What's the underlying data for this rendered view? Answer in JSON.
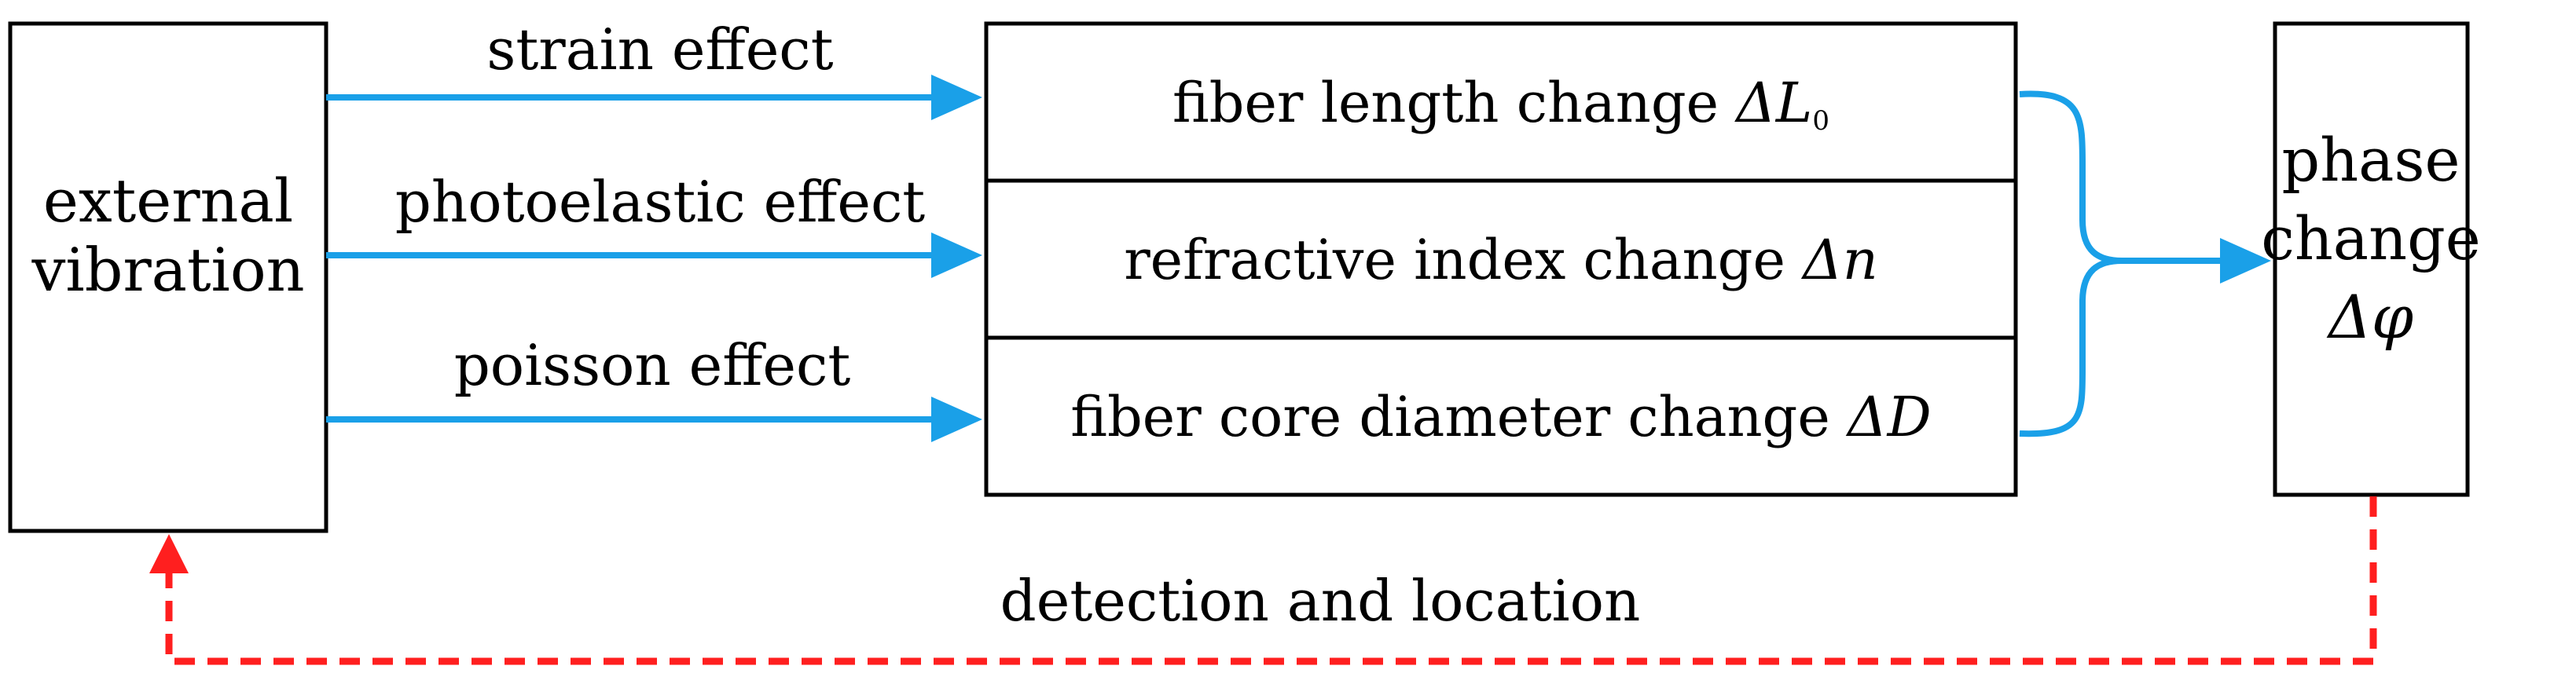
{
  "diagram": {
    "left_box": {
      "line1": "external",
      "line2": "vibration"
    },
    "arrows": [
      {
        "label": "strain effect"
      },
      {
        "label": "photoelastic effect"
      },
      {
        "label": "poisson effect"
      }
    ],
    "middle": [
      {
        "text": "fiber length change ",
        "symbol": "ΔL",
        "sub": "0"
      },
      {
        "text": "refractive index change ",
        "symbol": "Δn",
        "sub": ""
      },
      {
        "text": "fiber core diameter change ",
        "symbol": "ΔD",
        "sub": ""
      }
    ],
    "right_box": {
      "line1": "phase",
      "line2": "change",
      "line3": "Δφ"
    },
    "feedback_label": "detection and location",
    "colors": {
      "effect_arrows": "#1aa0e8",
      "feedback": "#ff1f1f"
    }
  }
}
